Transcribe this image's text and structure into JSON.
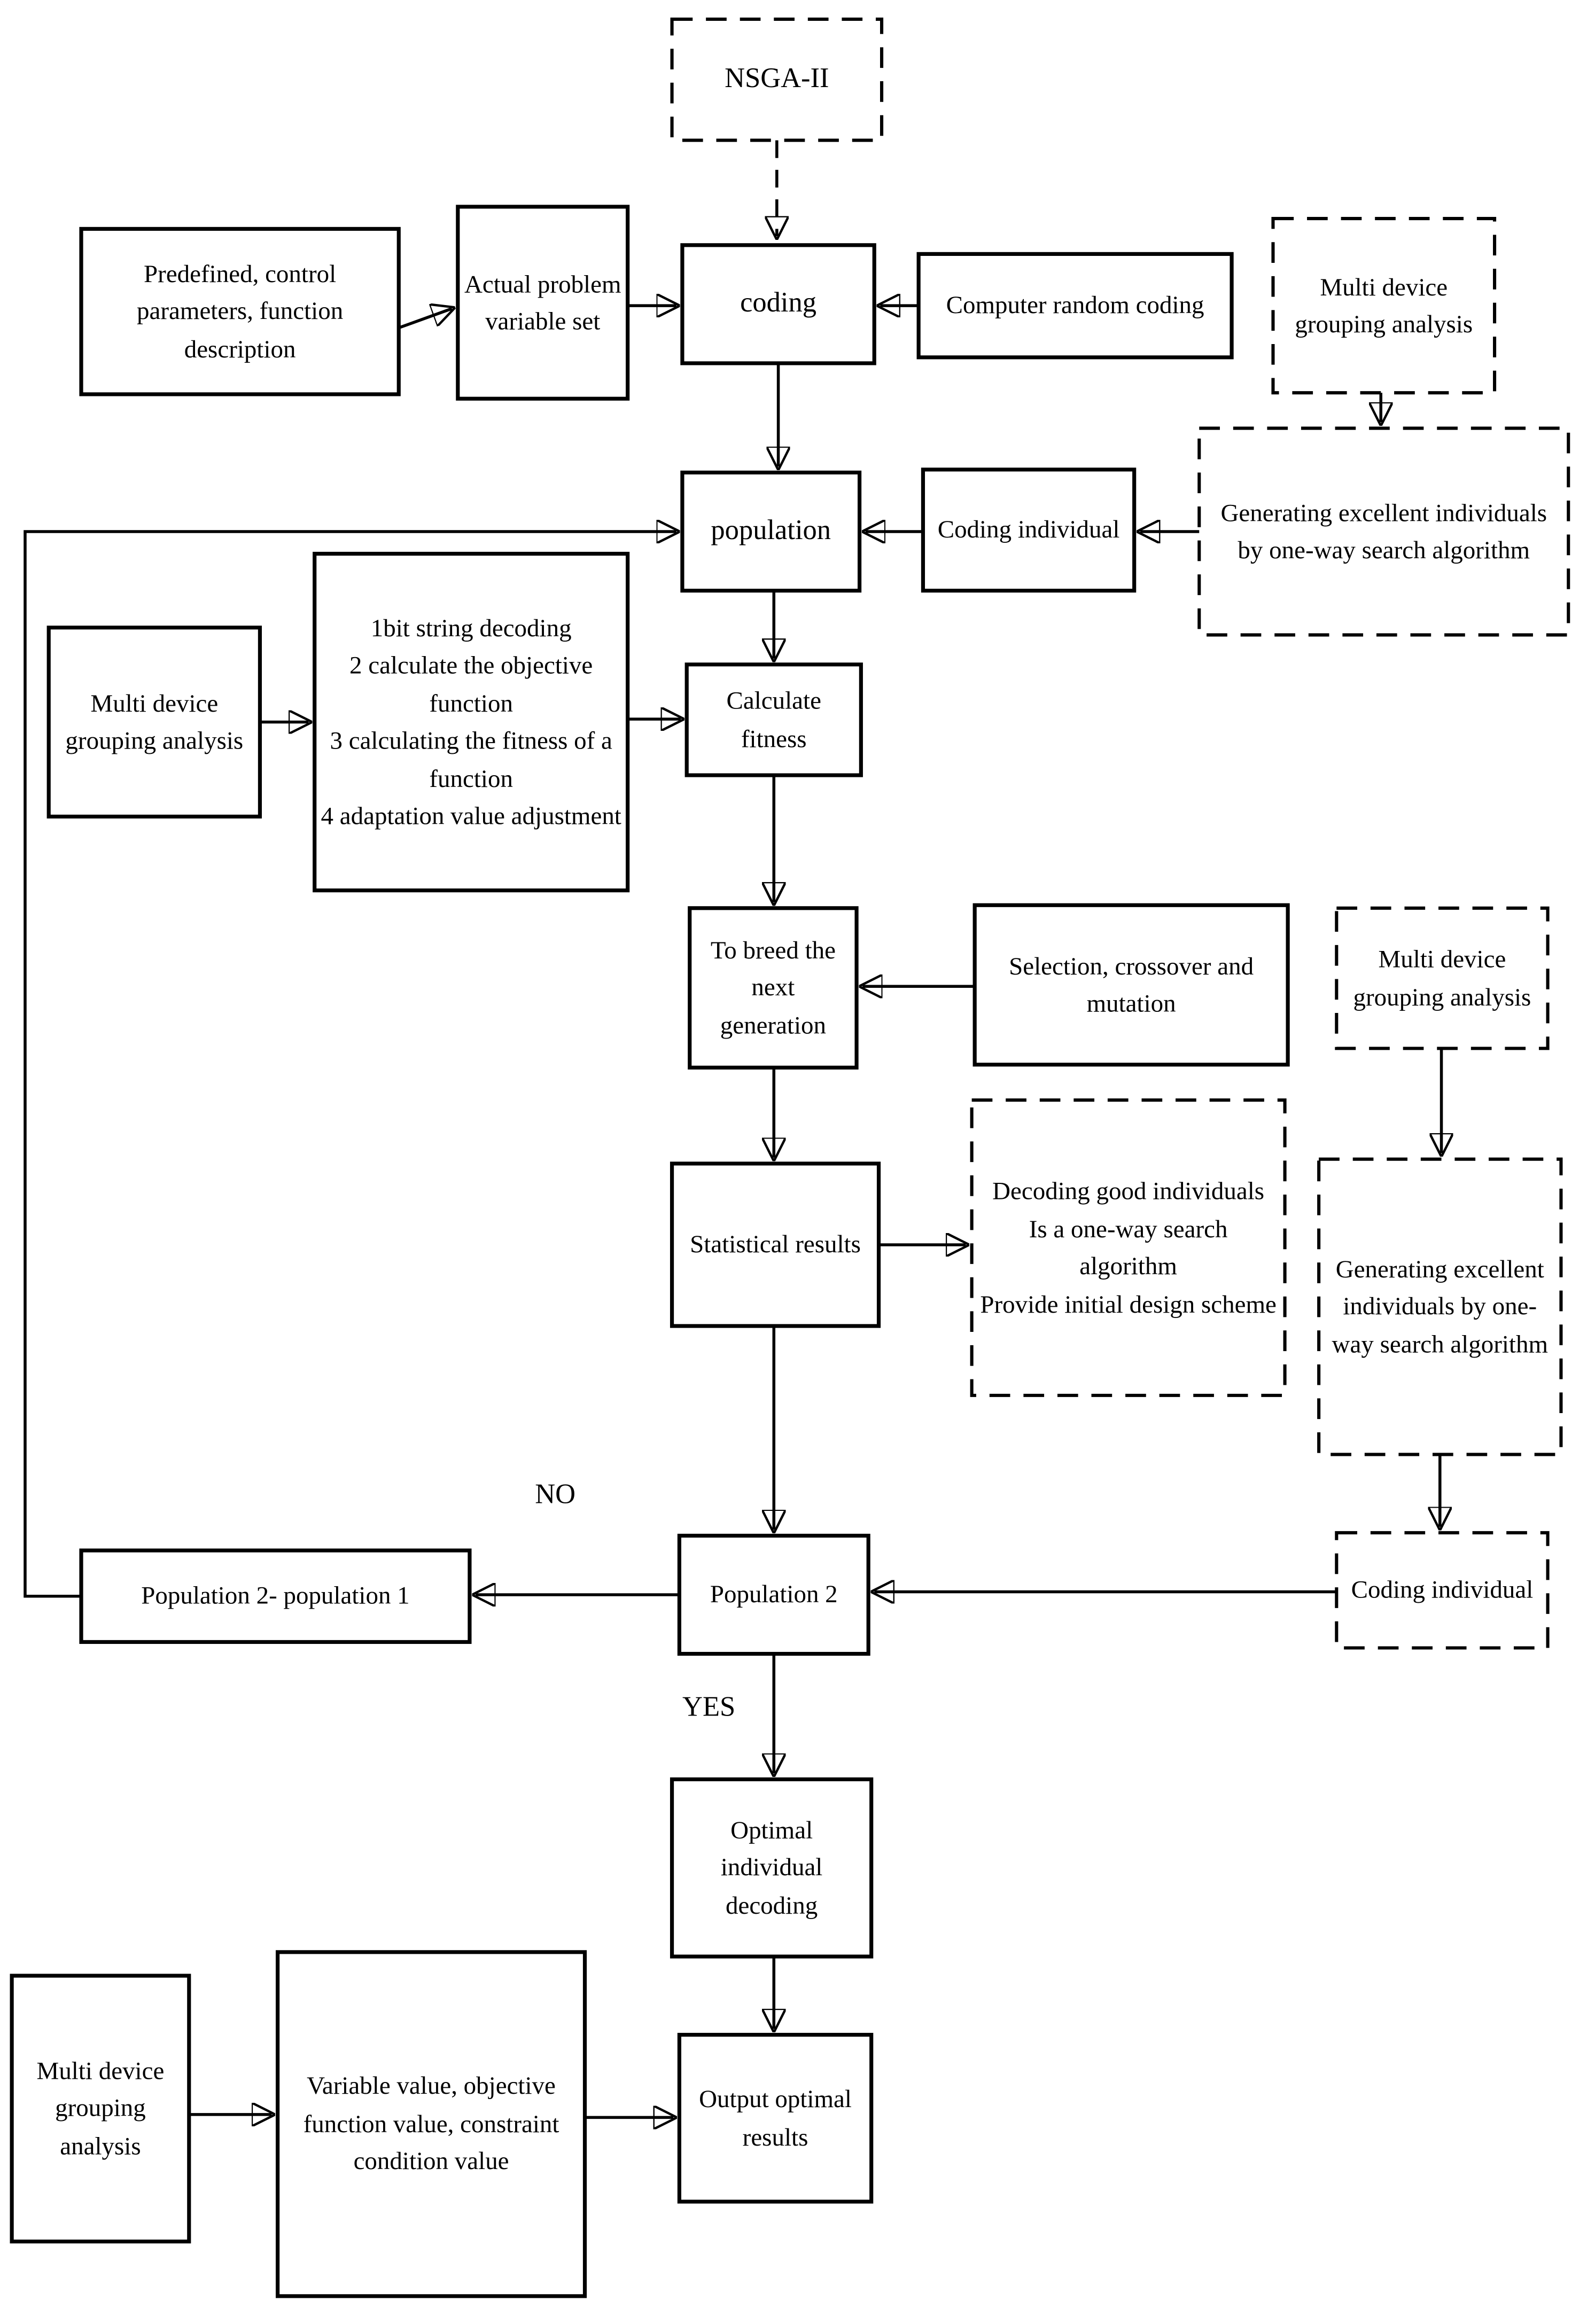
{
  "diagram": {
    "colors": {
      "line": "#000000",
      "box_fill": "#ffffff",
      "background": "#ffffff"
    },
    "decision_labels": {
      "no": "NO",
      "yes": "YES"
    },
    "nodes": {
      "nsga2": {
        "text": "NSGA-II",
        "border": "dashed"
      },
      "predefined": {
        "text": "Predefined, control parameters, function description",
        "border": "solid"
      },
      "actual_problem": {
        "text": "Actual problem variable set",
        "border": "solid"
      },
      "coding": {
        "text": "coding",
        "border": "solid"
      },
      "computer_random": {
        "text": "Computer random coding",
        "border": "solid"
      },
      "multi_device_top": {
        "text": "Multi device grouping analysis",
        "border": "dashed"
      },
      "generating_top": {
        "text": "Generating excellent individuals by one-way search algorithm",
        "border": "dashed"
      },
      "population": {
        "text": "population",
        "border": "solid"
      },
      "coding_individual_top": {
        "text": "Coding individual",
        "border": "solid"
      },
      "multi_device_left": {
        "text": "Multi device grouping analysis",
        "border": "solid"
      },
      "fitness_steps": {
        "border": "solid",
        "lines": [
          "1bit string decoding",
          "2 calculate the objective function",
          "3 calculating the fitness of a function",
          "4 adaptation value adjustment"
        ]
      },
      "calculate_fitness": {
        "text": "Calculate fitness",
        "border": "solid"
      },
      "breed_next": {
        "text": "To breed the next generation",
        "border": "solid"
      },
      "selection_crossover": {
        "text": "Selection, crossover and mutation",
        "border": "solid"
      },
      "multi_device_right": {
        "text": "Multi device grouping analysis",
        "border": "dashed"
      },
      "statistical_results": {
        "text": "Statistical results",
        "border": "solid"
      },
      "decoding_good": {
        "border": "dashed",
        "lines": [
          "Decoding good individuals",
          "Is a one-way search algorithm",
          "Provide initial design scheme"
        ]
      },
      "generating_right": {
        "text": "Generating excellent individuals by one- way search algorithm",
        "border": "dashed"
      },
      "population_diff": {
        "text": "Population 2- population 1",
        "border": "solid"
      },
      "population_2": {
        "text": "Population 2",
        "border": "solid"
      },
      "coding_individual_bottom": {
        "text": "Coding individual",
        "border": "dashed"
      },
      "optimal_decoding": {
        "text": "Optimal individual decoding",
        "border": "solid"
      },
      "multi_device_bottom": {
        "text": "Multi device grouping analysis",
        "border": "solid"
      },
      "variable_value": {
        "text": "Variable value, objective function value, constraint condition value",
        "border": "solid"
      },
      "output_results": {
        "text": "Output optimal results",
        "border": "solid"
      }
    }
  }
}
